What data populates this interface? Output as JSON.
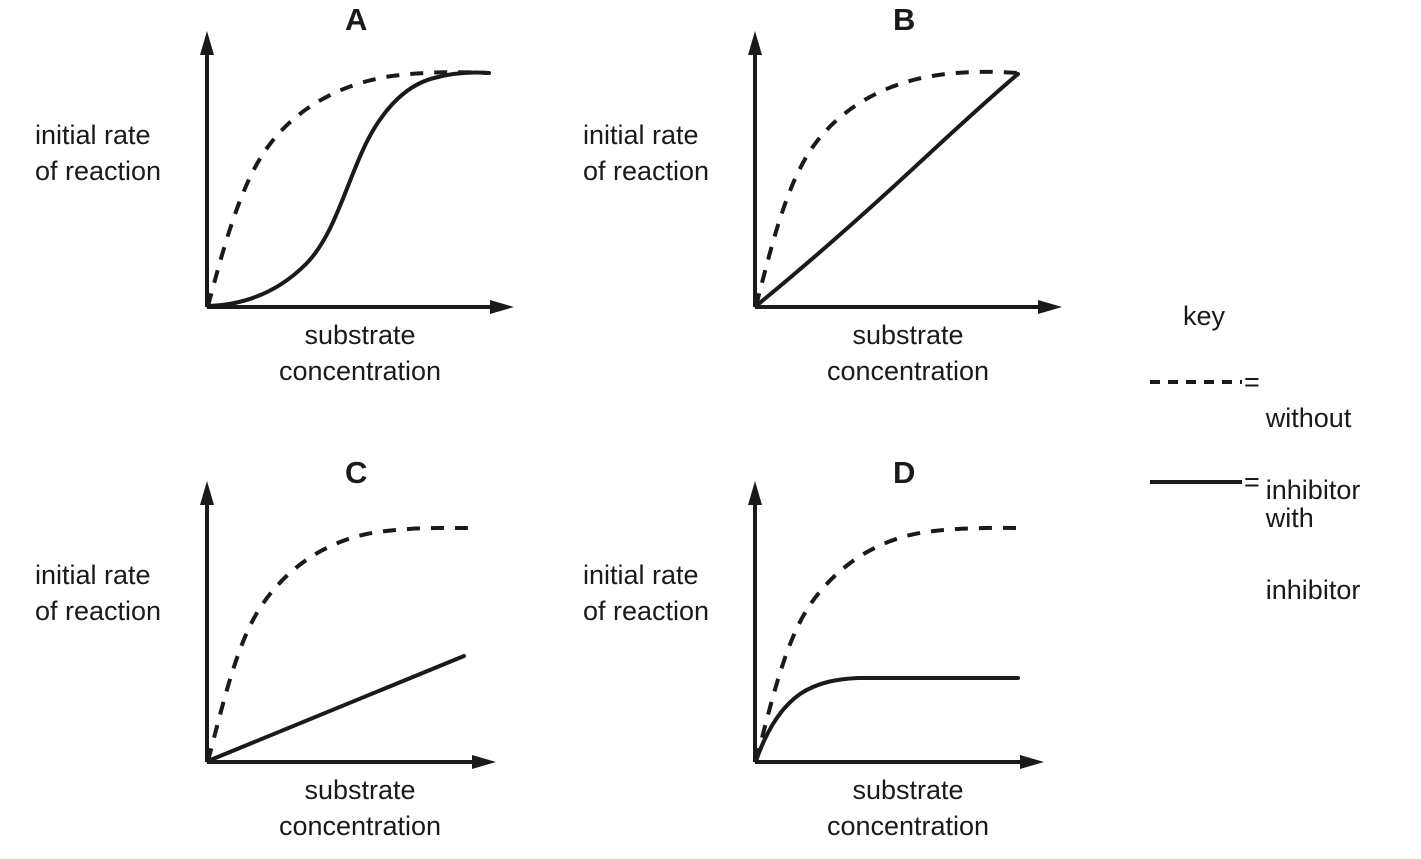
{
  "figure": {
    "panels": [
      {
        "letter": "A",
        "y_axis_label_line1": "initial rate",
        "y_axis_label_line2": "of reaction",
        "x_axis_label_line1": "substrate",
        "x_axis_label_line2": "concentration"
      },
      {
        "letter": "B",
        "y_axis_label_line1": "initial rate",
        "y_axis_label_line2": "of reaction",
        "x_axis_label_line1": "substrate",
        "x_axis_label_line2": "concentration"
      },
      {
        "letter": "C",
        "y_axis_label_line1": "initial rate",
        "y_axis_label_line2": "of reaction",
        "x_axis_label_line1": "substrate",
        "x_axis_label_line2": "concentration"
      },
      {
        "letter": "D",
        "y_axis_label_line1": "initial rate",
        "y_axis_label_line2": "of reaction",
        "x_axis_label_line1": "substrate",
        "x_axis_label_line2": "concentration"
      }
    ]
  },
  "key": {
    "title": "key",
    "entries": [
      {
        "style": "dashed",
        "equals": "=",
        "label_line1": "without",
        "label_line2": "inhibitor"
      },
      {
        "style": "solid",
        "equals": "=",
        "label_line1": "with",
        "label_line2": "inhibitor"
      }
    ]
  },
  "colors": {
    "ink": "#1a1a1a",
    "background": "#ffffff"
  },
  "chart_data": [
    {
      "type": "line",
      "title": "A",
      "xlabel": "substrate concentration",
      "ylabel": "initial rate of reaction",
      "xlim": [
        0,
        1
      ],
      "ylim": [
        0,
        1
      ],
      "grid": false,
      "axis_ticks": false,
      "legend": "key (shared, right of figure)",
      "series": [
        {
          "name": "without inhibitor",
          "style": "dashed",
          "description": "hyperbolic Michaelis-Menten saturation curve rising steeply then plateauing at Vmax",
          "x": [
            0.0,
            0.05,
            0.1,
            0.15,
            0.2,
            0.3,
            0.4,
            0.5,
            0.6,
            0.7,
            0.8,
            0.9,
            1.0
          ],
          "y": [
            0.0,
            0.28,
            0.47,
            0.6,
            0.69,
            0.8,
            0.87,
            0.91,
            0.94,
            0.96,
            0.97,
            0.98,
            0.98
          ]
        },
        {
          "name": "with inhibitor",
          "style": "solid",
          "description": "sigmoidal (S-shaped) curve with a lag phase, steep mid-section, reaching the same Vmax at high substrate",
          "x": [
            0.0,
            0.1,
            0.2,
            0.3,
            0.4,
            0.5,
            0.55,
            0.6,
            0.65,
            0.7,
            0.8,
            0.9,
            1.0
          ],
          "y": [
            0.0,
            0.02,
            0.05,
            0.11,
            0.2,
            0.33,
            0.44,
            0.58,
            0.71,
            0.81,
            0.92,
            0.96,
            0.98
          ]
        }
      ]
    },
    {
      "type": "line",
      "title": "B",
      "xlabel": "substrate concentration",
      "ylabel": "initial rate of reaction",
      "xlim": [
        0,
        1
      ],
      "ylim": [
        0,
        1
      ],
      "grid": false,
      "axis_ticks": false,
      "legend": "key (shared, right of figure)",
      "series": [
        {
          "name": "without inhibitor",
          "style": "dashed",
          "description": "hyperbolic saturation curve reaching Vmax plateau",
          "x": [
            0.0,
            0.05,
            0.1,
            0.2,
            0.3,
            0.4,
            0.5,
            0.6,
            0.7,
            0.8,
            0.9,
            1.0
          ],
          "y": [
            0.0,
            0.26,
            0.44,
            0.66,
            0.79,
            0.86,
            0.91,
            0.94,
            0.96,
            0.97,
            0.98,
            0.98
          ]
        },
        {
          "name": "with inhibitor",
          "style": "solid",
          "description": "shallower curve rising almost linearly at first, still climbing and meeting the uninhibited plateau value only at the highest substrate concentration shown",
          "x": [
            0.0,
            0.1,
            0.2,
            0.3,
            0.4,
            0.5,
            0.6,
            0.7,
            0.8,
            0.9,
            1.0
          ],
          "y": [
            0.0,
            0.11,
            0.23,
            0.34,
            0.45,
            0.56,
            0.66,
            0.76,
            0.85,
            0.92,
            0.98
          ]
        }
      ]
    },
    {
      "type": "line",
      "title": "C",
      "xlabel": "substrate concentration",
      "ylabel": "initial rate of reaction",
      "xlim": [
        0,
        1
      ],
      "ylim": [
        0,
        1
      ],
      "grid": false,
      "axis_ticks": false,
      "legend": "key (shared, right of figure)",
      "series": [
        {
          "name": "without inhibitor",
          "style": "dashed",
          "description": "hyperbolic saturation curve reaching Vmax plateau",
          "x": [
            0.0,
            0.05,
            0.1,
            0.2,
            0.3,
            0.4,
            0.5,
            0.6,
            0.7,
            0.8,
            0.9,
            1.0
          ],
          "y": [
            0.0,
            0.3,
            0.5,
            0.72,
            0.84,
            0.9,
            0.94,
            0.96,
            0.97,
            0.97,
            0.97,
            0.97
          ]
        },
        {
          "name": "with inhibitor",
          "style": "solid",
          "description": "straight line of low constant gradient from the origin, showing no sign of saturation over the range shown",
          "x": [
            0.0,
            0.25,
            0.5,
            0.75,
            1.0
          ],
          "y": [
            0.0,
            0.11,
            0.22,
            0.33,
            0.44
          ]
        }
      ]
    },
    {
      "type": "line",
      "title": "D",
      "xlabel": "substrate concentration",
      "ylabel": "initial rate of reaction",
      "xlim": [
        0,
        1
      ],
      "ylim": [
        0,
        1
      ],
      "grid": false,
      "axis_ticks": false,
      "legend": "key (shared, right of figure)",
      "series": [
        {
          "name": "without inhibitor",
          "style": "dashed",
          "description": "hyperbolic saturation curve reaching a high Vmax plateau",
          "x": [
            0.0,
            0.05,
            0.1,
            0.2,
            0.3,
            0.4,
            0.5,
            0.6,
            0.7,
            0.8,
            0.9,
            1.0
          ],
          "y": [
            0.0,
            0.3,
            0.5,
            0.72,
            0.84,
            0.9,
            0.94,
            0.96,
            0.97,
            0.97,
            0.97,
            0.97
          ]
        },
        {
          "name": "with inhibitor",
          "style": "solid",
          "description": "saturates very quickly at a much lower maximum rate, then stays flat",
          "x": [
            0.0,
            0.04,
            0.08,
            0.12,
            0.16,
            0.2,
            0.25,
            0.3,
            0.5,
            0.75,
            1.0
          ],
          "y": [
            0.0,
            0.13,
            0.22,
            0.27,
            0.3,
            0.31,
            0.32,
            0.32,
            0.32,
            0.32,
            0.32
          ]
        }
      ]
    }
  ]
}
